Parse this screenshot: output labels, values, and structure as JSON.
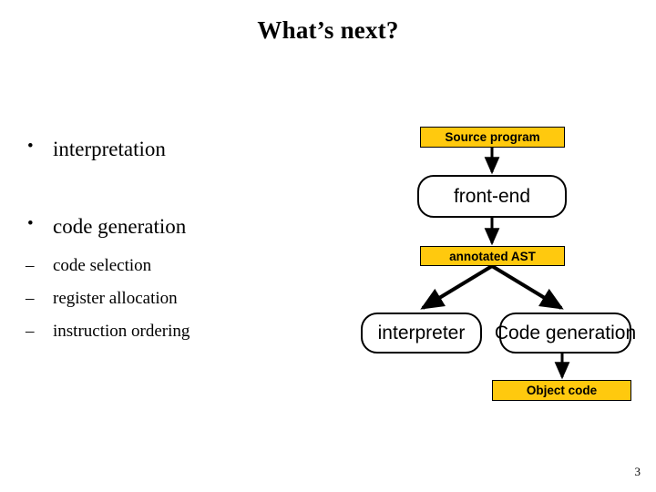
{
  "slide": {
    "title": "What’s next?",
    "page_number": "3"
  },
  "bullets": {
    "bullet_glyph": "•",
    "dash_glyph": "–",
    "level1": [
      {
        "label": "interpretation"
      },
      {
        "label": "code generation"
      }
    ],
    "level2": [
      {
        "label": "code selection"
      },
      {
        "label": "register allocation"
      },
      {
        "label": "instruction ordering"
      }
    ]
  },
  "diagram": {
    "colors": {
      "data_node_fill": "#FFC90E",
      "process_node_fill": "#FFFFFF",
      "stroke": "#000000"
    },
    "nodes": [
      {
        "id": "source-program",
        "label": "Source program",
        "shape": "rect",
        "kind": "data"
      },
      {
        "id": "front-end",
        "label": "front-end",
        "shape": "rounded",
        "kind": "process"
      },
      {
        "id": "annotated-ast",
        "label": "annotated AST",
        "shape": "rect",
        "kind": "data"
      },
      {
        "id": "interpreter",
        "label": "interpreter",
        "shape": "rounded",
        "kind": "process"
      },
      {
        "id": "code-generation",
        "label": "Code generation",
        "shape": "rounded",
        "kind": "process"
      },
      {
        "id": "object-code",
        "label": "Object code",
        "shape": "rect",
        "kind": "data"
      }
    ],
    "edges": [
      {
        "from": "source-program",
        "to": "front-end"
      },
      {
        "from": "front-end",
        "to": "annotated-ast"
      },
      {
        "from": "annotated-ast",
        "to": "interpreter"
      },
      {
        "from": "annotated-ast",
        "to": "code-generation"
      },
      {
        "from": "code-generation",
        "to": "object-code"
      }
    ]
  }
}
